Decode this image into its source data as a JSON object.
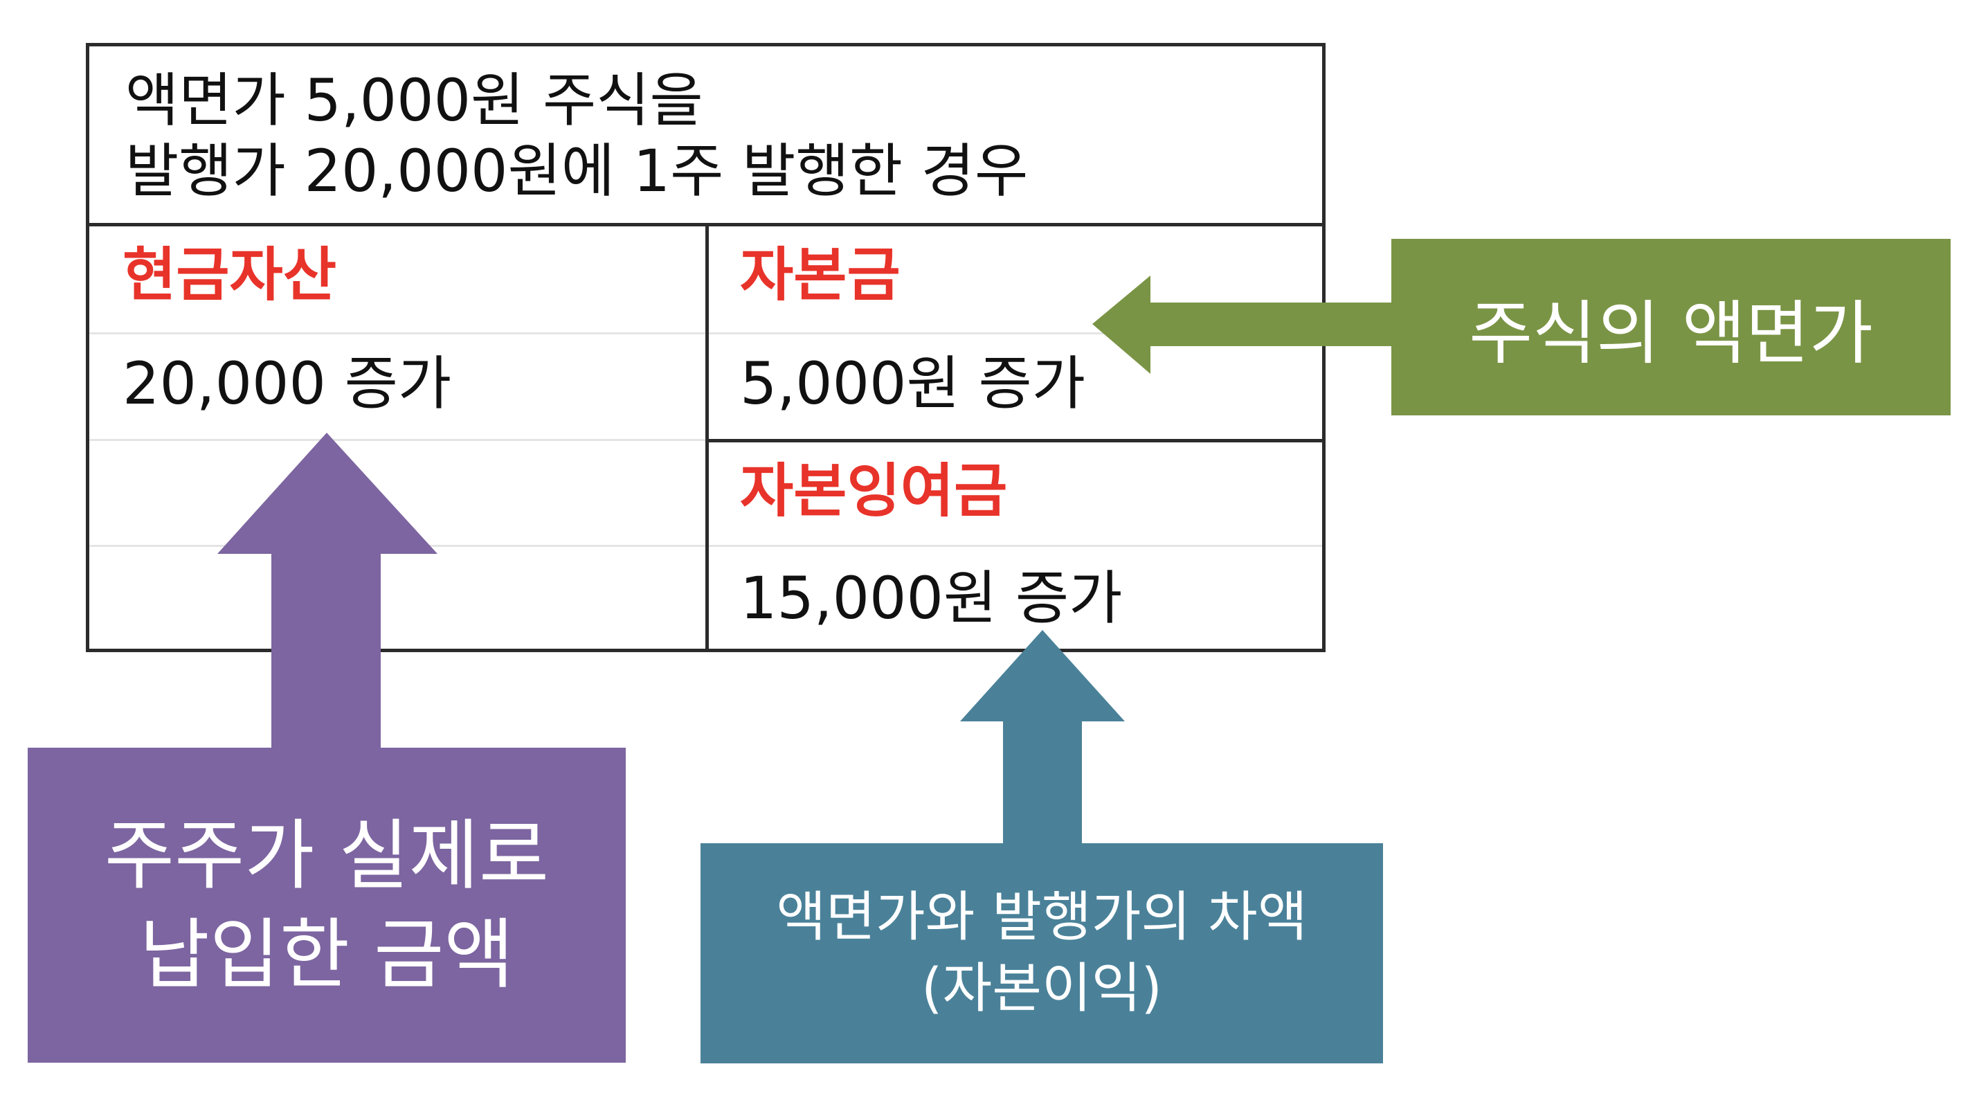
{
  "colors": {
    "label_red": "#e8332a",
    "border": "#2b2b2b",
    "green": "#7a9445",
    "purple": "#7c65a0",
    "teal": "#4a8199"
  },
  "header": {
    "line1": "액면가 5,000원 주식을",
    "line2": "발행가 20,000원에 1주 발행한 경우"
  },
  "table": {
    "left": {
      "label": "현금자산",
      "value": "20,000 증가"
    },
    "right": {
      "top_label": "자본금",
      "top_value": "5,000원 증가",
      "bottom_label": "자본잉여금",
      "bottom_value": "15,000원 증가"
    }
  },
  "callouts": {
    "par_value": {
      "text": "주식의 액면가"
    },
    "paid_amount": {
      "line1": "주주가 실제로",
      "line2": "납입한 금액"
    },
    "difference": {
      "line1": "액면가와 발행가의 차액",
      "line2": "(자본이익)"
    }
  }
}
